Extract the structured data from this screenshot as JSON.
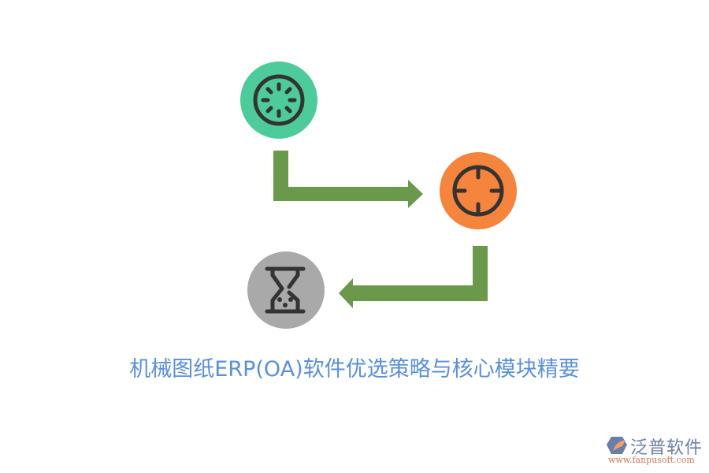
{
  "title": "机械图纸ERP(OA)软件优选策略与核心模块精要",
  "nodes": [
    {
      "id": "node-1",
      "icon": "loading-spinner-icon",
      "color": "#4ecb9b"
    },
    {
      "id": "node-2",
      "icon": "crosshair-target-icon",
      "color": "#f5843d"
    },
    {
      "id": "node-3",
      "icon": "hourglass-icon",
      "color": "#a9a9a9"
    }
  ],
  "arrows": [
    {
      "id": "arrow-1",
      "from": "node-1",
      "to": "node-2",
      "color": "#6a994b"
    },
    {
      "id": "arrow-2",
      "from": "node-2",
      "to": "node-3",
      "color": "#6a994b"
    }
  ],
  "logo": {
    "name": "泛普软件",
    "url": "www.fanpusoft.com"
  },
  "colors": {
    "title": "#5b8fdb",
    "icon_stroke": "#333333",
    "arrow": "#6a994b"
  }
}
